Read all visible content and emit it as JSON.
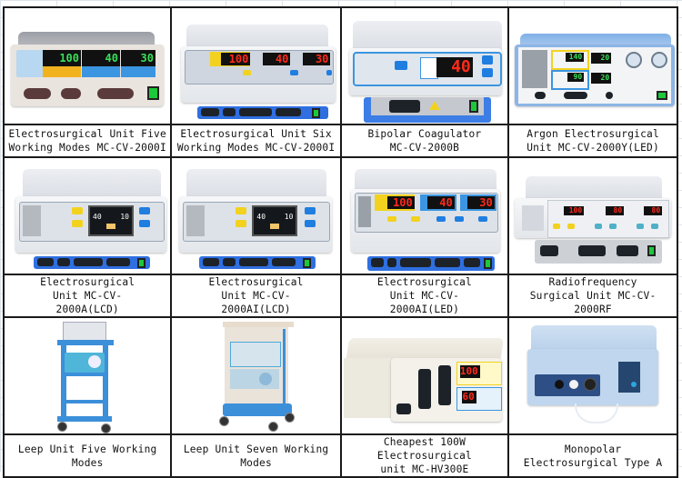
{
  "grid": {
    "rows": [
      {
        "products": [
          {
            "caption": "Electrosurgical Unit Five Working Modes MC-CV-2000I",
            "image": "electrosurgical-unit-five-modes",
            "display": [
              "100",
              "40",
              "30"
            ]
          },
          {
            "caption": "Electrosurgical Unit Six Working Modes MC-CV-2000I",
            "image": "electrosurgical-unit-six-modes",
            "display": [
              "100",
              "40",
              "30"
            ]
          },
          {
            "caption": "Bipolar Coagulator MC-CV-2000B",
            "image": "bipolar-coagulator",
            "display": [
              "40"
            ]
          },
          {
            "caption": "Argon Electrosurgical Unit MC-CV-2000Y(LED)",
            "image": "argon-electrosurgical-unit",
            "display": [
              "140",
              "90",
              "20",
              "20"
            ]
          }
        ]
      },
      {
        "products": [
          {
            "caption": "Electrosurgical Unit MC-CV-2000A(LCD)",
            "image": "electrosurgical-unit-lcd-a",
            "display": [
              "40",
              "10"
            ]
          },
          {
            "caption": "Electrosurgical Unit MC-CV-2000AI(LCD)",
            "image": "electrosurgical-unit-lcd-ai",
            "display": [
              "40",
              "10"
            ]
          },
          {
            "caption": "Electrosurgical Unit MC-CV-2000AI(LED)",
            "image": "electrosurgical-unit-led-ai",
            "display": [
              "100",
              "40",
              "30"
            ]
          },
          {
            "caption": "Radiofrequency Surgical Unit MC-CV-2000RF",
            "image": "radiofrequency-surgical-unit",
            "display": [
              "100",
              "80",
              "80"
            ]
          }
        ]
      },
      {
        "products": [
          {
            "caption": "Leep Unit Five Working Modes",
            "image": "leep-unit-five-modes-cart"
          },
          {
            "caption": "Leep Unit Seven Working Modes",
            "image": "leep-unit-seven-modes-cart"
          },
          {
            "caption": "Cheapest 100W Electrosurgical unit MC-HV300E",
            "image": "cheapest-100w-unit",
            "display": [
              "100",
              "60"
            ]
          },
          {
            "caption": "Monopolar Electrosurgical Type A",
            "image": "monopolar-electrosurgical-type-a"
          }
        ]
      }
    ]
  },
  "colors": {
    "border": "#1a1a1a",
    "device_blue": "#2f6fe0",
    "led_red": "#ff2a1a",
    "led_green": "#38e05a",
    "button_yellow": "#f2d21e"
  }
}
